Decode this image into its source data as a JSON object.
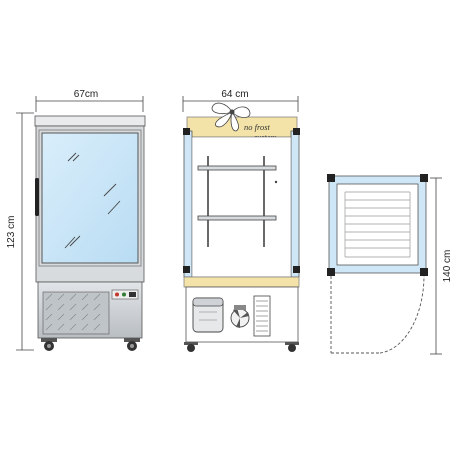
{
  "dimensions": {
    "width_front": "67cm",
    "depth_side": "64 cm",
    "height": "123 cm",
    "depth_top_open": "140 cm"
  },
  "brand": {
    "line1": "no frost",
    "line2": "system"
  },
  "colors": {
    "glass": "#cfe6f7",
    "glass_edge": "#8cc1e6",
    "frame": "#c7c7c7",
    "steel": "#d2d6da",
    "panel_yellow": "#f4e3a8",
    "outline": "#333333"
  }
}
